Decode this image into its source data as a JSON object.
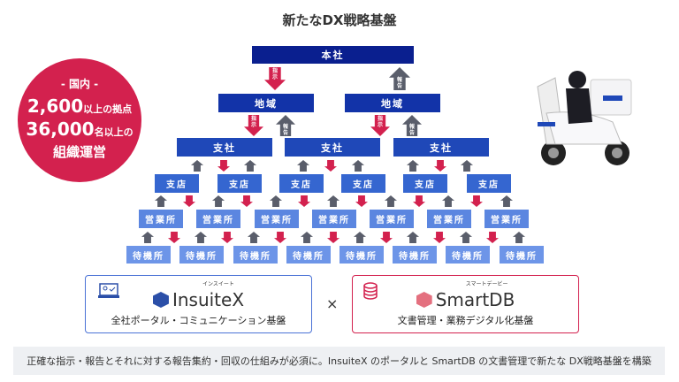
{
  "title": "新たなDX戦略基盤",
  "stat": {
    "region": "- 国内 -",
    "line1_num": "2,600",
    "line1_text": "以上の拠点",
    "line2_num": "36,000",
    "line2_text": "名以上の",
    "line3": "組織運営"
  },
  "hq": "本社",
  "regions": [
    "地域",
    "地域"
  ],
  "branches": [
    "支社",
    "支社",
    "支社"
  ],
  "stores": [
    "支店",
    "支店",
    "支店",
    "支店",
    "支店",
    "支店"
  ],
  "offices": [
    "営業所",
    "営業所",
    "営業所",
    "営業所",
    "営業所",
    "営業所",
    "営業所"
  ],
  "standby": [
    "待機所",
    "待機所",
    "待機所",
    "待機所",
    "待機所",
    "待機所",
    "待機所",
    "待機所"
  ],
  "arrow_labels": {
    "instruct": "指示",
    "report": "報告"
  },
  "products": [
    {
      "name": "InsuiteX",
      "kana": "インスイート",
      "description": "全社ポータル・コミュニケーション基盤",
      "icon": "portal-icon",
      "color": "#4a72d6"
    },
    {
      "name": "SmartDB",
      "kana": "スマートデービー",
      "description": "文書管理・業務デジタル化基盤",
      "icon": "database-icon",
      "color": "#d3214e"
    }
  ],
  "times": "×",
  "note": "正確な指示・報告とそれに対する報告集約・回収の仕組みが必須に。InsuiteX のポータルと SmartDB の文書管理で新たな DX戦略基盤を構築",
  "colors": {
    "red": "#d3214e",
    "up": "#5a5e6b",
    "hq": "#0a1f8f",
    "region": "#1233a8",
    "branch": "#1f48b8",
    "store": "#3566d0",
    "office": "#5b86e0",
    "standby": "#6d95e8"
  }
}
